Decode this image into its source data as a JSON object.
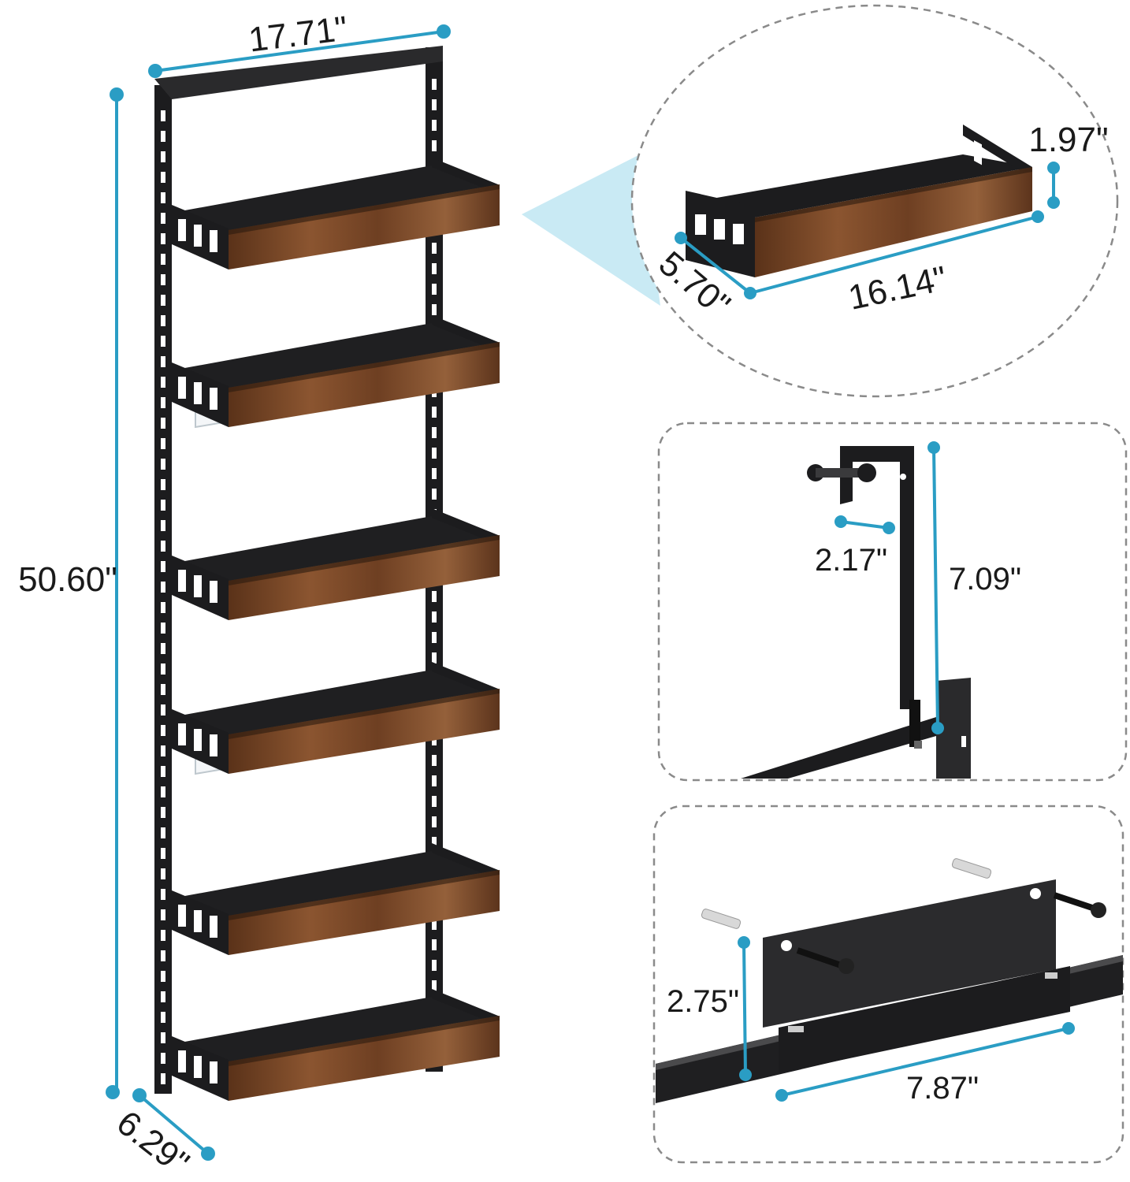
{
  "colors": {
    "dimension_line": "#2a9dc4",
    "metal": "#1c1c1e",
    "wood": "#7a4a2a",
    "callout_border": "#8a8a8a",
    "callout_fill": "#bfe6f2"
  },
  "dimensions": {
    "rack_width": "17.71\"",
    "rack_height": "50.60\"",
    "rack_depth": "6.29\"",
    "basket_height": "1.97\"",
    "basket_depth": "5.70\"",
    "basket_length": "16.14\"",
    "hook_depth": "2.17\"",
    "hook_height": "7.09\"",
    "wall_bracket_height": "2.75\"",
    "wall_bracket_length": "7.87\""
  },
  "baskets": [
    {
      "index": 1,
      "has_clear_divider": false
    },
    {
      "index": 2,
      "has_clear_divider": true
    },
    {
      "index": 3,
      "has_clear_divider": false
    },
    {
      "index": 4,
      "has_clear_divider": true
    },
    {
      "index": 5,
      "has_clear_divider": false
    },
    {
      "index": 6,
      "has_clear_divider": false
    }
  ]
}
